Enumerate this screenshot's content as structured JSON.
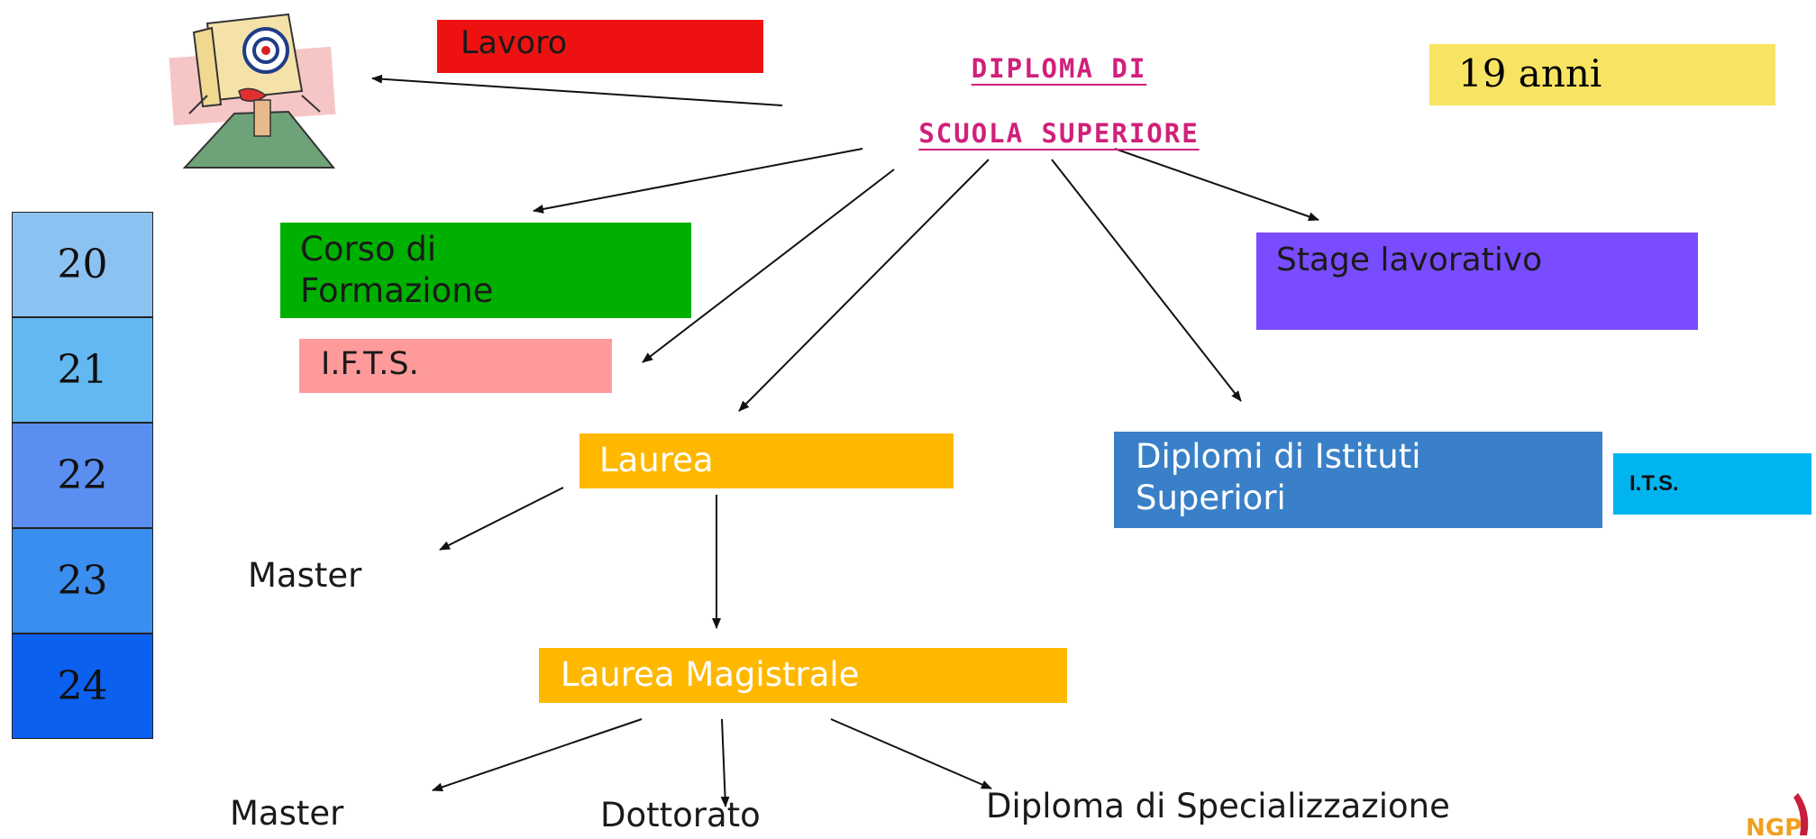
{
  "root": {
    "line1": "DIPLOMA DI",
    "line2": "SCUOLA SUPERIORE"
  },
  "age_badge": "19 anni",
  "age_scale": [
    "20",
    "21",
    "22",
    "23",
    "24"
  ],
  "boxes": {
    "lavoro": "Lavoro",
    "corso_line1": "Corso di",
    "corso_line2": "Formazione",
    "ifts": "I.F.T.S.",
    "stage": "Stage lavorativo",
    "laurea": "Laurea",
    "diplomi_line1": "Diplomi di Istituti",
    "diplomi_line2": "Superiori",
    "its": "I.T.S.",
    "laurea_magistrale": "Laurea Magistrale"
  },
  "labels": {
    "master_1": "Master",
    "master_2": "Master",
    "dottorato": "Dottorato",
    "specializzazione": "Diploma di Specializzazione"
  },
  "colors": {
    "lavoro": "#ee1111",
    "corso": "#00b000",
    "ifts": "#ff9a9a",
    "stage": "#7a4cff",
    "laurea": "#ffb800",
    "diplomi": "#3a80c8",
    "its": "#00b4f0",
    "age_badge": "#f8e462",
    "root_text": "#d0207a"
  },
  "icons": [
    "target-clipart-icon",
    "logo-fragment-icon"
  ]
}
